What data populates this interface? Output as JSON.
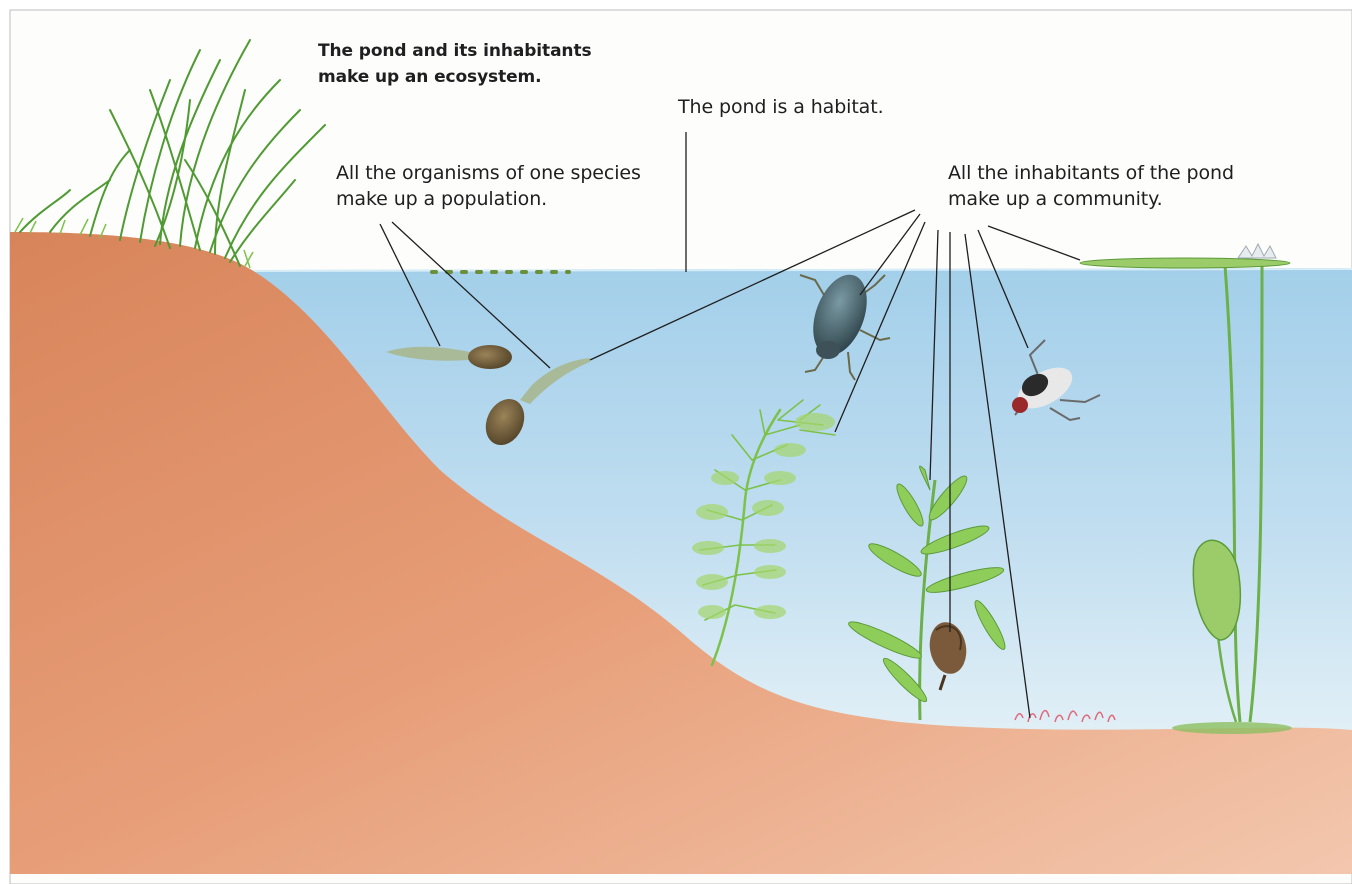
{
  "labels": {
    "ecosystem": [
      "The pond and its inhabitants",
      "make up an ecosystem."
    ],
    "habitat": "The pond is a habitat.",
    "population": [
      "All the organisms of one species",
      "make up a population."
    ],
    "community": [
      "All the inhabitants of the pond",
      "make up a community."
    ]
  },
  "colors": {
    "water_top": "#a9d3ec",
    "water_bottom": "#d7ebf5",
    "soil_dark": "#d98a61",
    "soil_light": "#efb89c",
    "grass": "#5aa63a",
    "plant": "#7cc24a",
    "leader_line": "#1f1f1f"
  }
}
